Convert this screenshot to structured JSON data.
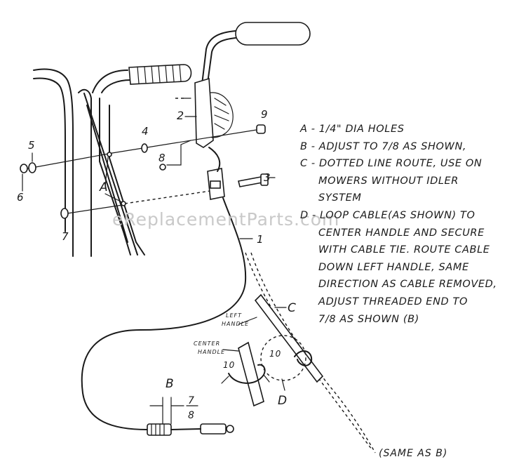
{
  "watermark": "eReplacementParts.com",
  "callouts": {
    "1": "1",
    "2": "2",
    "3": "3",
    "4": "4",
    "5": "5",
    "6": "6",
    "7": "7",
    "8": "8",
    "9": "9",
    "10": "10",
    "A": "A",
    "B": "B",
    "C": "C",
    "D": "D"
  },
  "handle_labels": {
    "left_line1": "LEFT",
    "left_line2": "HANDLE",
    "center_line1": "CENTER",
    "center_line2": "HANDLE"
  },
  "dimension": {
    "numerator": "7",
    "denominator": "8"
  },
  "same_as_b": "(SAME AS B)",
  "notes": [
    "A - 1/4\" DIA HOLES",
    "B - ADJUST TO 7/8 AS SHOWN,",
    "C - DOTTED LINE ROUTE, USE ON",
    "     MOWERS WITHOUT IDLER",
    "     SYSTEM",
    "D - LOOP CABLE(AS SHOWN) TO",
    "     CENTER HANDLE AND SECURE",
    "     WITH CABLE TIE. ROUTE CABLE",
    "     DOWN LEFT HANDLE, SAME",
    "     DIRECTION AS CABLE REMOVED,",
    "     ADJUST THREADED END TO",
    "     7/8 AS SHOWN (B)"
  ]
}
